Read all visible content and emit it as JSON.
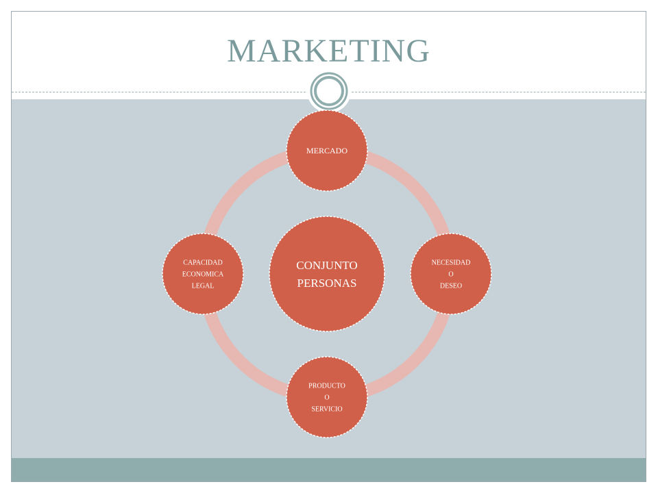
{
  "slide": {
    "title": "MARKETING"
  },
  "diagram": {
    "center": {
      "lines": [
        "CONJUNTO",
        "PERSONAS"
      ]
    },
    "nodes": [
      {
        "id": "top",
        "lines": [
          "MERCADO"
        ]
      },
      {
        "id": "right",
        "lines": [
          "NECESIDAD",
          "O",
          "DESEO"
        ]
      },
      {
        "id": "bottom",
        "lines": [
          "PRODUCTO",
          "O",
          "SERVICIO"
        ]
      },
      {
        "id": "left",
        "lines": [
          "CAPACIDAD",
          "ECONOMICA",
          "LEGAL"
        ]
      }
    ],
    "colors": {
      "node_fill": "#d0604a",
      "ring": "#e6b8b1",
      "content_bg": "#c7d1d8",
      "accent_teal": "#8fadad",
      "title": "#7a9a9c"
    }
  }
}
